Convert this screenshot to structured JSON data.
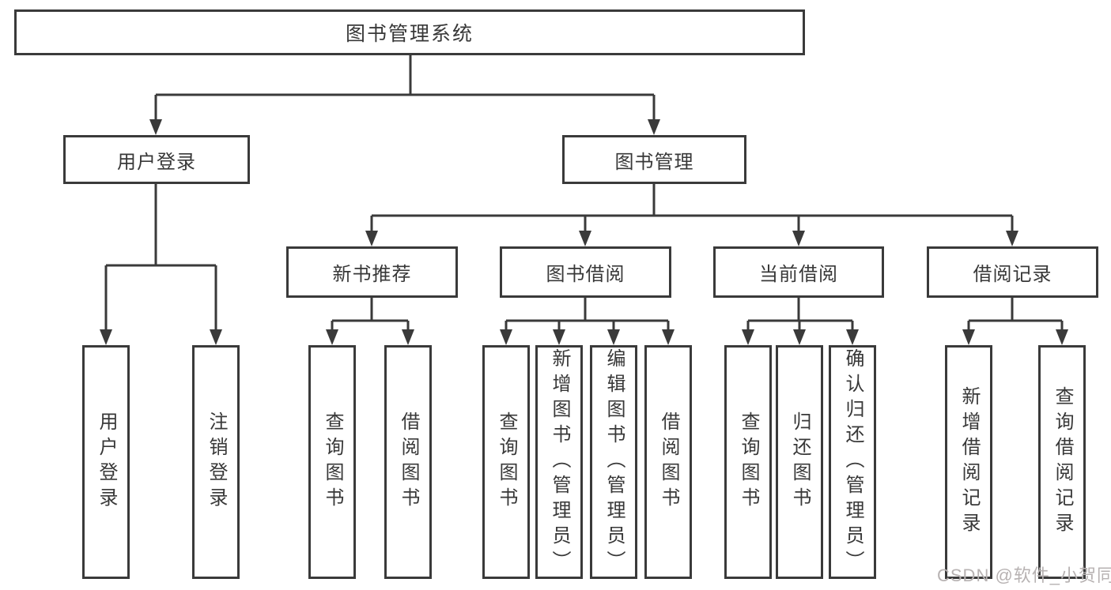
{
  "tree": {
    "label": "图书管理系统",
    "children": [
      {
        "label": "用户登录",
        "children": [
          {
            "label": "用户登录"
          },
          {
            "label": "注销登录"
          }
        ]
      },
      {
        "label": "图书管理",
        "children": [
          {
            "label": "新书推荐",
            "children": [
              {
                "label": "查询图书"
              },
              {
                "label": "借阅图书"
              }
            ]
          },
          {
            "label": "图书借阅",
            "children": [
              {
                "label": "查询图书"
              },
              {
                "label": "新增图书（管理员）"
              },
              {
                "label": "编辑图书（管理员）"
              },
              {
                "label": "借阅图书"
              }
            ]
          },
          {
            "label": "当前借阅",
            "children": [
              {
                "label": "查询图书"
              },
              {
                "label": "归还图书"
              },
              {
                "label": "确认归还（管理员）"
              }
            ]
          },
          {
            "label": "借阅记录",
            "children": [
              {
                "label": "新增借阅记录"
              },
              {
                "label": "查询借阅记录"
              }
            ]
          }
        ]
      }
    ]
  },
  "watermark": {
    "text": "CSDN @软件_小贺同学"
  },
  "colors": {
    "line": "#3a3a3a",
    "box_border": "#3a3a3a",
    "box_background": "#ffffff",
    "text": "#383838",
    "watermark": "#b7b2b2",
    "background": "#ffffff"
  }
}
